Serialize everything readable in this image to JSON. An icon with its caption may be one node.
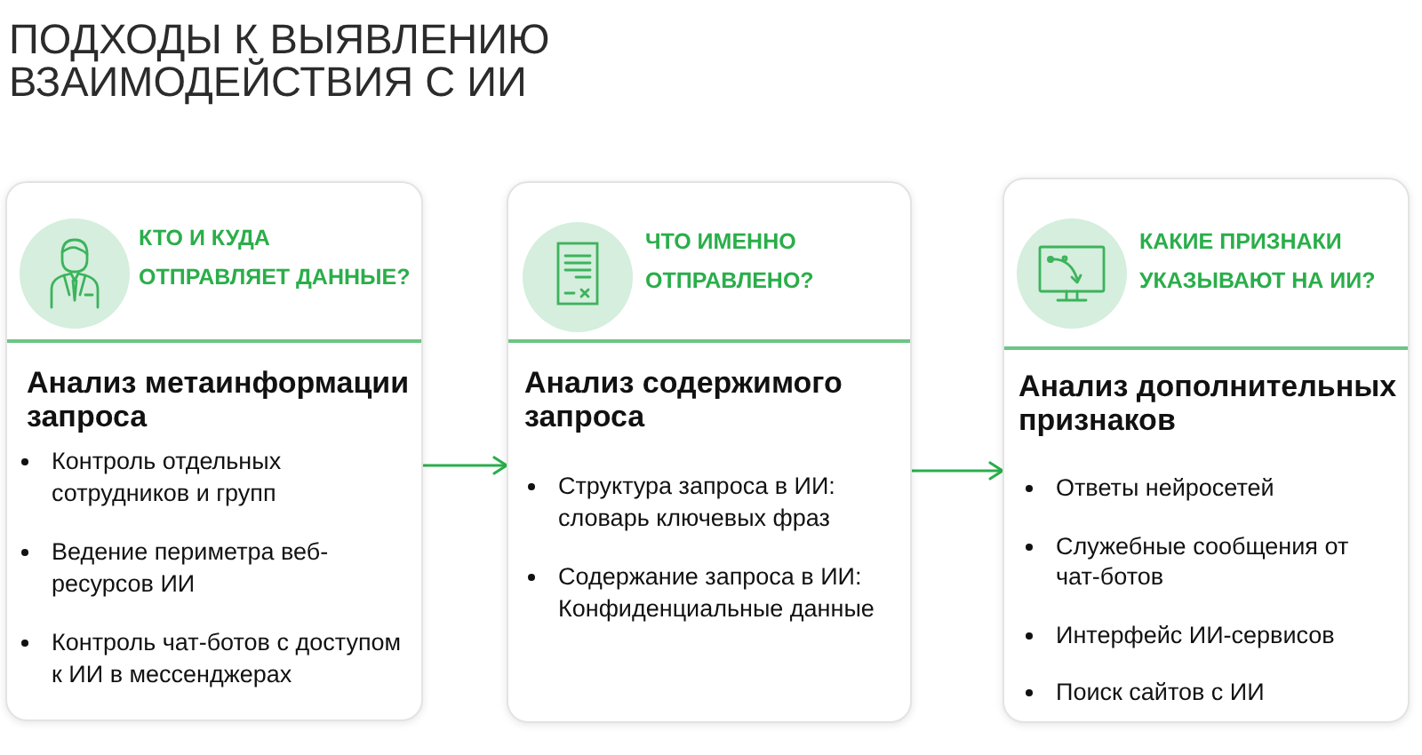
{
  "diagram": {
    "title": "ПОДХОДЫ К ВЫЯВЛЕНИЮ ВЗАИМОДЕЙСТВИЯ С ИИ",
    "nodes": [
      {
        "text": [
          "КТО И КУДА ОТПРАВЛЯЕТ ДАННЫЕ?",
          "Анализ метаинформации запроса",
          "Контроль отдельных сотрудников и групп",
          "Ведение периметра веб-ресурсов ИИ",
          "Контроль чат-ботов с доступом к ИИ в мессенджерах"
        ]
      },
      {
        "text": [
          "ЧТО ИМЕННО ОТПРАВЛЕНО?",
          "Анализ содержимого запроса",
          "Структура запроса в ИИ: словарь ключевых фраз",
          "Содержание запроса в ИИ: Конфиденциальные данные"
        ]
      },
      {
        "text": [
          "КАКИЕ ПРИЗНАКИ УКАЗЫВАЮТ НА ИИ?",
          "Анализ дополнительных признаков",
          "Ответы нейросетей",
          "Служебные сообщения от чат-ботов",
          "Интерфейс ИИ-сервисов",
          "Поиск сайтов с ИИ"
        ]
      }
    ],
    "edges": [
      {
        "from": 0,
        "to": 1,
        "arrow": "to"
      },
      {
        "from": 1,
        "to": 2,
        "arrow": "to"
      }
    ]
  }
}
